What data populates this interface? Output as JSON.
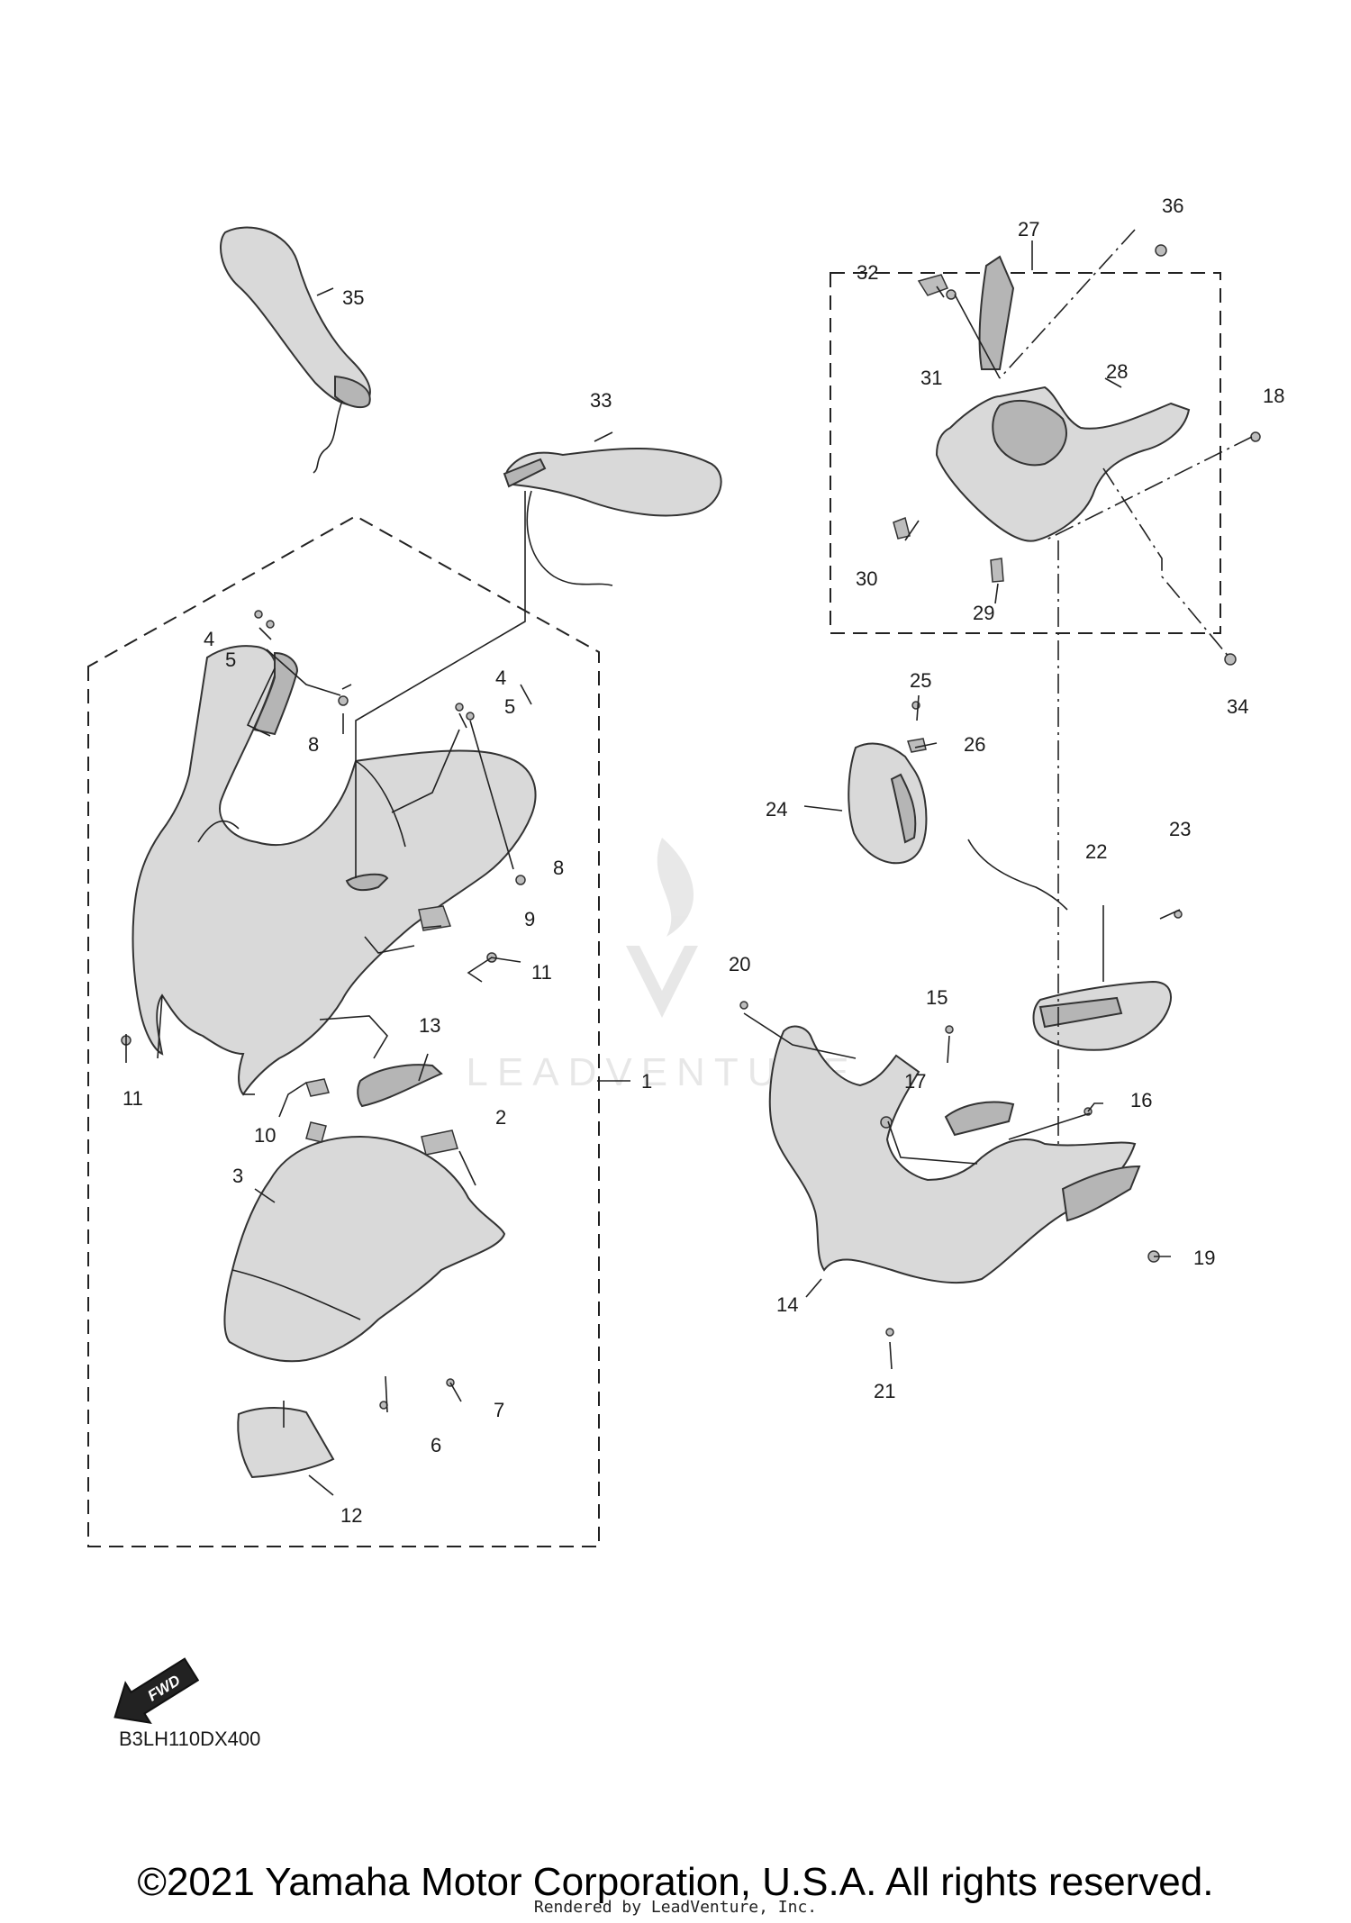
{
  "diagram": {
    "drawing_code": "B3LH110DX400",
    "fwd_label": "FWD",
    "callouts": [
      "1",
      "2",
      "3",
      "4",
      "4",
      "5",
      "5",
      "6",
      "7",
      "8",
      "8",
      "9",
      "10",
      "11",
      "11",
      "12",
      "13",
      "14",
      "15",
      "16",
      "17",
      "18",
      "19",
      "20",
      "21",
      "22",
      "23",
      "24",
      "25",
      "26",
      "27",
      "28",
      "29",
      "30",
      "31",
      "32",
      "33",
      "34",
      "35",
      "36"
    ]
  },
  "footer": {
    "copyright": "©2021 Yamaha Motor Corporation, U.S.A. All rights reserved.",
    "rendered_by": "Rendered by LeadVenture, Inc."
  }
}
